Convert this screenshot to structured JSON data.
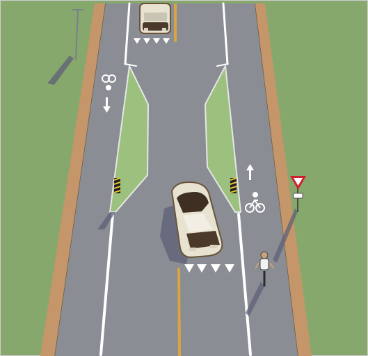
{
  "scene": {
    "subject": "road-diet-illustration",
    "elements": [
      "roadway",
      "median-islands",
      "bike-lanes",
      "cars",
      "cyclist",
      "yield-sign",
      "yield-markings"
    ]
  },
  "colors": {
    "grass": "#86a86c",
    "asphalt": "#8a8d93",
    "asphalt_light": "#9a9da3",
    "curb": "#c4966a",
    "island": "#9cc07e",
    "lane_white": "#ffffff",
    "center_yellow": "#d9a541",
    "car_body": "#e8e2d0",
    "yield_red": "#d11f2f",
    "shadow": "#5d6078"
  },
  "icons": {
    "bike_lane_symbol": "bicycle-icon",
    "direction_arrow": "arrow-up-icon",
    "sign": "yield-sign-icon",
    "hazard_marker": "hazard-marker-icon"
  }
}
